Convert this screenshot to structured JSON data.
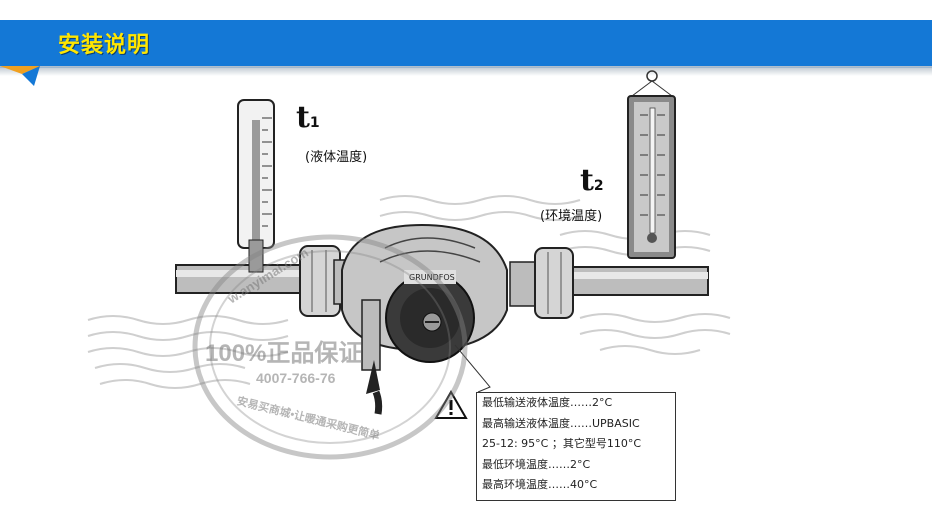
{
  "banner": {
    "title": "安装说明"
  },
  "labels": {
    "t1_letter": "t",
    "t1_sub": "1",
    "t1_caption": "(液体温度)",
    "t2_letter": "t",
    "t2_sub": "2",
    "t2_caption": "(环境温度)"
  },
  "brand_text": "GRUNDFOS",
  "specs": [
    "最低输送液体温度……2°C",
    "最高输送液体温度……UPBASIC",
    "25-12: 95°C ；其它型号110°C",
    "最低环境温度……2°C",
    "最高环境温度……40°C"
  ],
  "watermark": {
    "main": "100%正品保证",
    "phone": "4007-766-76",
    "site": "w.anyimai.com",
    "slogan": "安易买商城•让暖通采购更简单"
  },
  "colors": {
    "banner": "#1478d6",
    "title": "#ffe600"
  }
}
